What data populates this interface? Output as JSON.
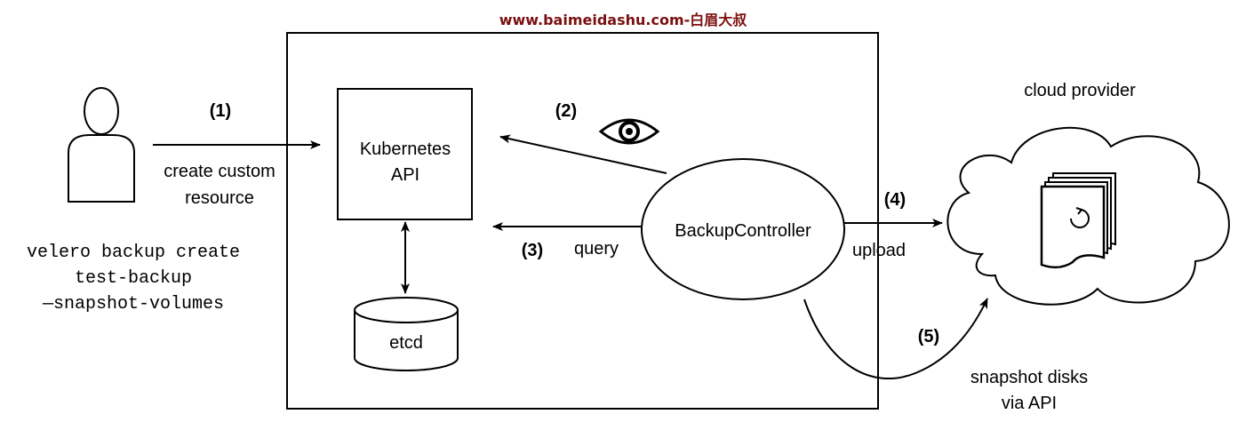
{
  "watermark": {
    "text": "www.baimeidashu.com-白眉大叔",
    "color": "#7a1010"
  },
  "user": {
    "icon": "person-icon",
    "command_lines": [
      "velero backup create",
      "test-backup",
      "—snapshot-volumes"
    ]
  },
  "steps": {
    "s1": "(1)",
    "s2": "(2)",
    "s3": "(3)",
    "s4": "(4)",
    "s5": "(5)"
  },
  "edge_labels": {
    "create_line1": "create custom",
    "create_line2": "resource",
    "query": "query",
    "upload": "upload",
    "snapshot_line1": "snapshot disks",
    "snapshot_line2": "via API"
  },
  "nodes": {
    "kube_api_line1": "Kubernetes",
    "kube_api_line2": "API",
    "etcd": "etcd",
    "backup_controller": "BackupController",
    "cloud_provider": "cloud provider"
  },
  "icons": {
    "watch": "eye-icon",
    "storage": "disk-stack-icon"
  }
}
